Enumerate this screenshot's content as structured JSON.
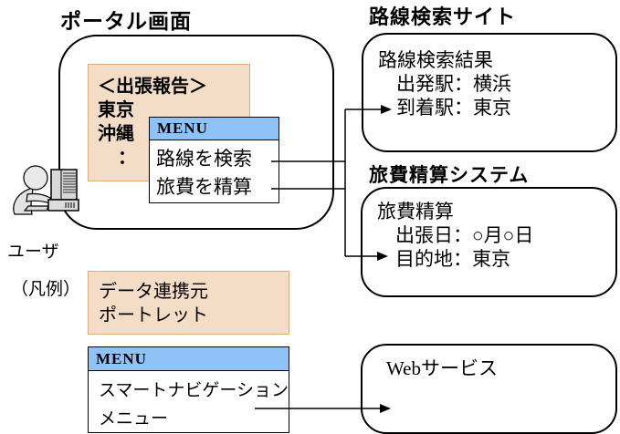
{
  "portal": {
    "title": "ポータル画面",
    "report": {
      "line1": "＜出張報告＞",
      "line2": "東京",
      "line3": "沖縄",
      "line4": "："
    },
    "menu": {
      "header": "MENU",
      "items": [
        "路線を検索",
        "旅費を精算"
      ]
    }
  },
  "user_label": "ユーザ",
  "legend": {
    "label": "（凡例）",
    "source_box": {
      "line1": "データ連携元",
      "line2": "ポートレット"
    },
    "menu": {
      "header": "MENU",
      "items": [
        "スマートナビゲーション",
        "メニュー"
      ]
    }
  },
  "route_site": {
    "heading": "路線検索サイト",
    "lines": [
      "路線検索結果",
      "出発駅：横浜",
      "到着駅：東京"
    ]
  },
  "expense_system": {
    "heading": "旅費精算システム",
    "lines": [
      "旅費精算",
      "出張日：○月○日",
      "目的地：東京"
    ]
  },
  "web_service": {
    "label": "Webサービス"
  },
  "icons": {
    "user_computer": "user-at-computer-icon"
  },
  "colors": {
    "portlet_fill": "#F4DDC6",
    "portlet_border": "#D9AE7E",
    "menu_header": "#8FC3F7",
    "line": "#000000",
    "background": "#FFFFFF"
  }
}
